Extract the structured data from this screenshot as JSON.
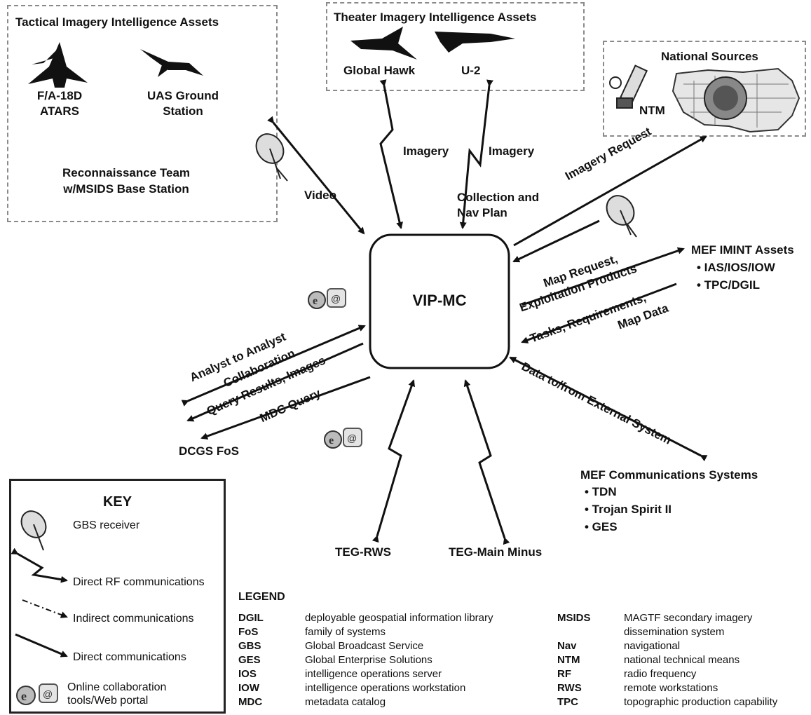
{
  "center": {
    "label": "VIP-MC"
  },
  "tactical": {
    "title": "Tactical Imagery Intelligence Assets",
    "fa18_line1": "F/A-18D",
    "fa18_line2": "ATARS",
    "uas_line1": "UAS Ground",
    "uas_line2": "Station",
    "recon_line1": "Reconnaissance Team",
    "recon_line2": "w/MSIDS Base Station"
  },
  "theater": {
    "title": "Theater Imagery Intelligence Assets",
    "global_hawk": "Global Hawk",
    "u2": "U-2"
  },
  "national": {
    "title": "National Sources",
    "ntm": "NTM"
  },
  "links": {
    "video": "Video",
    "imagery_left": "Imagery",
    "imagery_right": "Imagery",
    "collection_line1": "Collection and",
    "collection_line2": "Nav Plan",
    "imagery_request": "Imagery Request",
    "map_request_line1": "Map Request,",
    "map_request_line2": "Exploitation Products",
    "tasks_line1": "Tasks, Requirements,",
    "tasks_line2": "Map Data",
    "data_external": "Data to/from External System",
    "analyst_line1": "Analyst to Analyst",
    "analyst_line2": "Collaboration",
    "query_results": "Query Results, Images",
    "mdc_query": "MDC Query"
  },
  "mef_imint": {
    "title": "MEF IMINT Assets",
    "items": [
      "• IAS/IOS/IOW",
      "• TPC/DGIL"
    ]
  },
  "mef_comms": {
    "title": "MEF Communications Systems",
    "items": [
      "• TDN",
      "• Trojan Spirit II",
      "• GES"
    ]
  },
  "dcgs": "DCGS FoS",
  "teg_rws": "TEG-RWS",
  "teg_main": "TEG-Main Minus",
  "key": {
    "title": "KEY",
    "gbs": "GBS receiver",
    "direct_rf": "Direct RF communications",
    "indirect": "Indirect communications",
    "direct": "Direct communications",
    "online_line1": "Online collaboration",
    "online_line2": "tools/Web portal"
  },
  "legend": {
    "title": "LEGEND",
    "left": [
      [
        "DGIL",
        "deployable geospatial information library"
      ],
      [
        "FoS",
        "family of systems"
      ],
      [
        "GBS",
        "Global Broadcast Service"
      ],
      [
        "GES",
        "Global Enterprise Solutions"
      ],
      [
        "IOS",
        "intelligence operations server"
      ],
      [
        "IOW",
        "intelligence operations workstation"
      ],
      [
        "MDC",
        "metadata catalog"
      ]
    ],
    "right": [
      [
        "MSIDS",
        "MAGTF secondary imagery"
      ],
      [
        "",
        "dissemination system"
      ],
      [
        "Nav",
        "navigational"
      ],
      [
        "NTM",
        "national technical means"
      ],
      [
        "RF",
        "radio frequency"
      ],
      [
        "RWS",
        "remote workstations"
      ],
      [
        "TPC",
        "topographic production capability"
      ]
    ]
  }
}
